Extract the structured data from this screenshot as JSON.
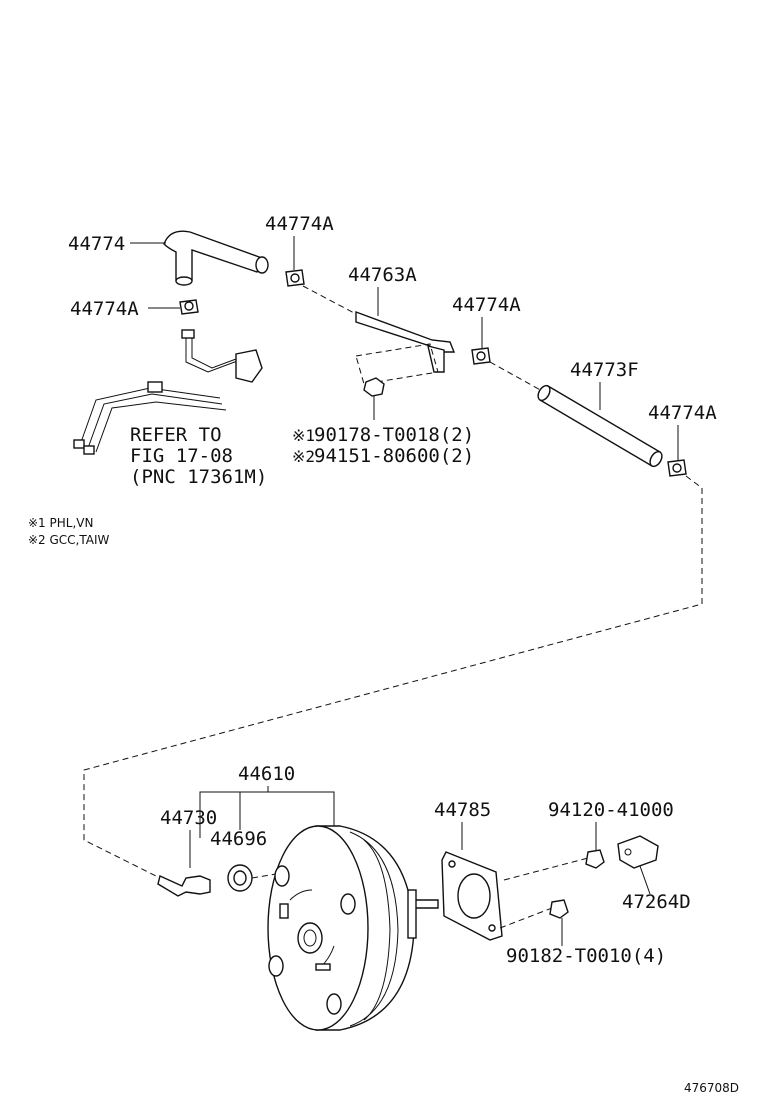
{
  "labels": {
    "hose_44774": "44774",
    "clip_44774A_top": "44774A",
    "clip_44774A_left": "44774A",
    "bracket_44763A": "44763A",
    "clip_44774A_mid": "44774A",
    "hose_44773F": "44773F",
    "clip_44774A_right": "44774A",
    "booster_44610": "44610",
    "valve_44730": "44730",
    "grommet_44696": "44696",
    "gasket_44785": "44785",
    "nut_94120": "94120-41000",
    "clevis_47264D": "47264D",
    "nut_90182": "90182-T0010(4)",
    "code_a": "90178-T0018(2)",
    "code_b": "94151-80600(2)",
    "mark1": "※1",
    "mark2": "※2"
  },
  "refer": {
    "line1": "REFER TO",
    "line2": "FIG 17-08",
    "line3": "(PNC 17361M)"
  },
  "notes": {
    "n1": "※1 PHL,VN",
    "n2": "※2 GCC,TAIW"
  },
  "figure_id": "476708D"
}
